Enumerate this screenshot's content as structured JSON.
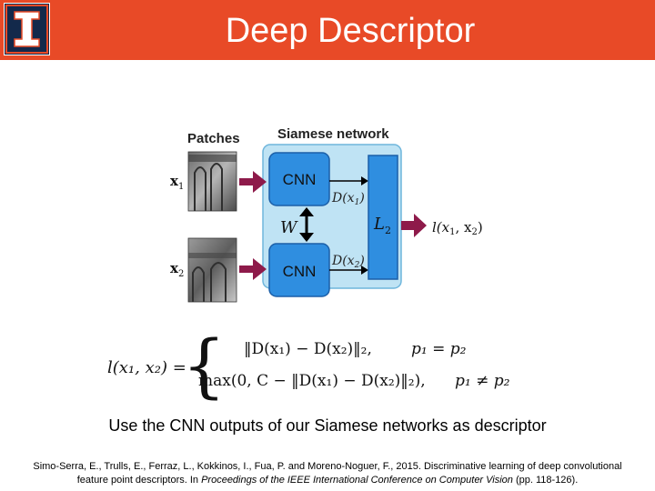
{
  "header": {
    "title": "Deep Descriptor",
    "logo_icon": "university-block-i-logo",
    "bar_color": "#e84a27"
  },
  "diagram": {
    "patches_label": "Patches",
    "network_label": "Siamese network",
    "x1_label": "x",
    "x1_sub": "1",
    "x2_label": "x",
    "x2_sub": "2",
    "cnn1_label": "CNN",
    "cnn2_label": "CNN",
    "d1_label": "D(x",
    "d1_sub": "1",
    "d2_label": "D(x",
    "d2_sub": "2",
    "w_label": "W",
    "l2_label": "L",
    "l2_sub": "2",
    "loss_label": "l(x",
    "loss_sub1": "1",
    "loss_mid": ", x",
    "loss_sub2": "2",
    "loss_end": ")"
  },
  "equation": {
    "lhs": "l(x₁, x₂) =",
    "case1_expr": "‖D(x₁) − D(x₂)‖₂,",
    "case1_cond": "p₁ = p₂",
    "case2_expr": "max(0, C − ‖D(x₁) − D(x₂)‖₂),",
    "case2_cond": "p₁ ≠ p₂"
  },
  "caption": "Use the CNN outputs of our Siamese networks as descriptor",
  "reference": {
    "line1": "Simo-Serra, E., Trulls, E., Ferraz, L., Kokkinos, I., Fua, P. and Moreno-Noguer, F., 2015. Discriminative learning of deep convolutional",
    "line2_start": "feature point descriptors. In ",
    "line2_italic": "Proceedings of the IEEE International Conference on Computer Vision",
    "line2_end": " (pp. 118-126)."
  }
}
